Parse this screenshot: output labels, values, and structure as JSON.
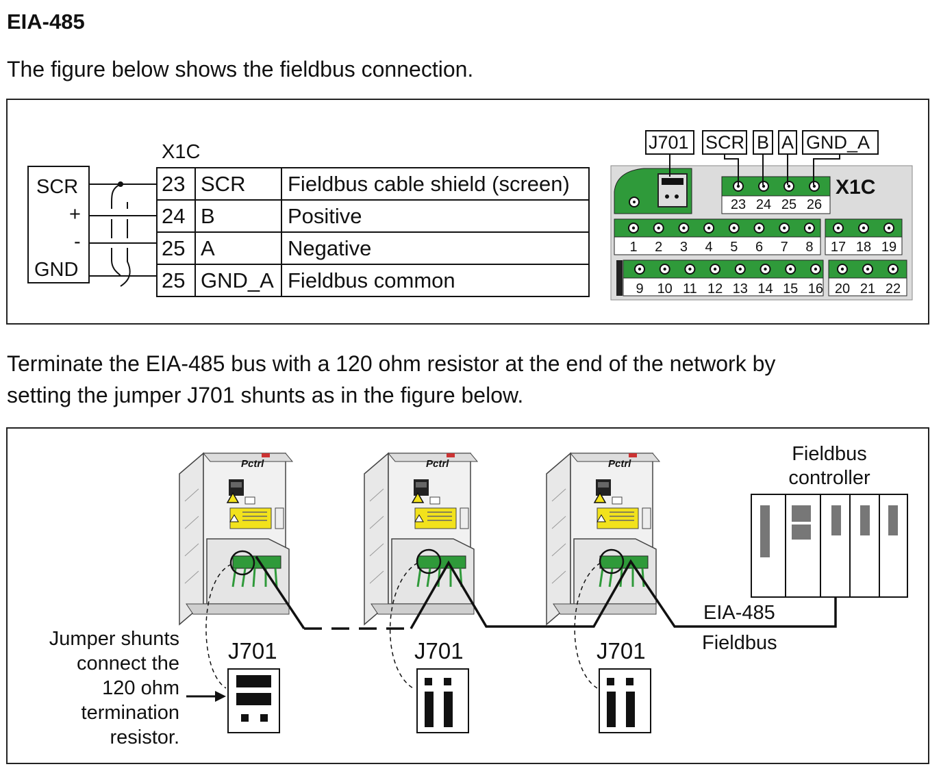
{
  "heading": "EIA-485",
  "intro_text": "The figure below shows the fieldbus connection.",
  "termination_text_line1": "Terminate the EIA-485 bus with a 120 ohm resistor at the end of the network by",
  "termination_text_line2": "setting the jumper J701 shunts as in the figure below.",
  "wiring": {
    "device_labels": [
      "SCR",
      "+",
      "-",
      "GND"
    ],
    "connector_title": "X1C",
    "rows": [
      {
        "pin": "23",
        "signal": "SCR",
        "description": "Fieldbus cable shield (screen)"
      },
      {
        "pin": "24",
        "signal": "B",
        "description": "Positive"
      },
      {
        "pin": "25",
        "signal": "A",
        "description": "Negative"
      },
      {
        "pin": "25",
        "signal": "GND_A",
        "description": "Fieldbus common"
      }
    ]
  },
  "board": {
    "callouts": [
      "J701",
      "SCR",
      "B",
      "A",
      "GND_A"
    ],
    "x1c_label": "X1C",
    "x1c_pins": [
      "23",
      "24",
      "25",
      "26"
    ],
    "row1_pins": [
      "1",
      "2",
      "3",
      "4",
      "5",
      "6",
      "7",
      "8"
    ],
    "row1b_pins": [
      "17",
      "18",
      "19"
    ],
    "row2_pins": [
      "9",
      "10",
      "11",
      "12",
      "13",
      "14",
      "15",
      "16"
    ],
    "row2b_pins": [
      "20",
      "21",
      "22"
    ],
    "board_color": "#2f9a3a"
  },
  "network": {
    "drive_brand": "Pctrl",
    "jumper_label": "J701",
    "jumper_note_lines": [
      "Jumper shunts",
      "connect the",
      "120 ohm",
      "termination",
      "resistor."
    ],
    "controller_label_lines": [
      "Fieldbus",
      "controller"
    ],
    "bus_label_lines": [
      "EIA-485",
      "Fieldbus"
    ],
    "warning_color": "#f2e21c"
  }
}
